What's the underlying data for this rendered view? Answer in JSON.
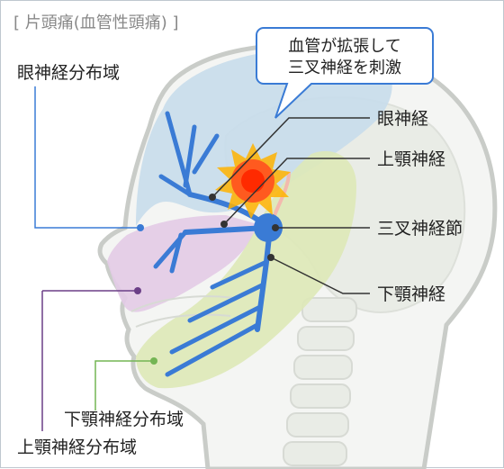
{
  "title": "[ 片頭痛(血管性頭痛) ]",
  "callout": {
    "line1": "血管が拡張して",
    "line2": "三叉神経を刺激"
  },
  "labels": {
    "ophthalmic_region": "眼神経分布域",
    "ophthalmic_nerve": "眼神経",
    "maxillary_nerve": "上顎神経",
    "trigeminal_ganglion": "三叉神経節",
    "mandibular_nerve": "下顎神経",
    "mandibular_region": "下顎神経分布域",
    "maxillary_region": "上顎神経分布域"
  },
  "colors": {
    "ophthalmic_region": "#c8dcec",
    "maxillary_region": "#e3cbe6",
    "mandibular_region": "#dde8b8",
    "nerve": "#3a7bd5",
    "skull": "#e9ece6",
    "outline": "#c9ccc8",
    "burst_outer": "#f57c00",
    "burst_inner": "#ff3d00",
    "callout_border": "#3a7bd5",
    "region_line_blue": "#3a7bd5",
    "region_line_purple": "#6b3f87",
    "region_line_green": "#74b554",
    "text": "#222222",
    "title": "#888888"
  },
  "icons": {
    "burst": "starburst-icon"
  }
}
